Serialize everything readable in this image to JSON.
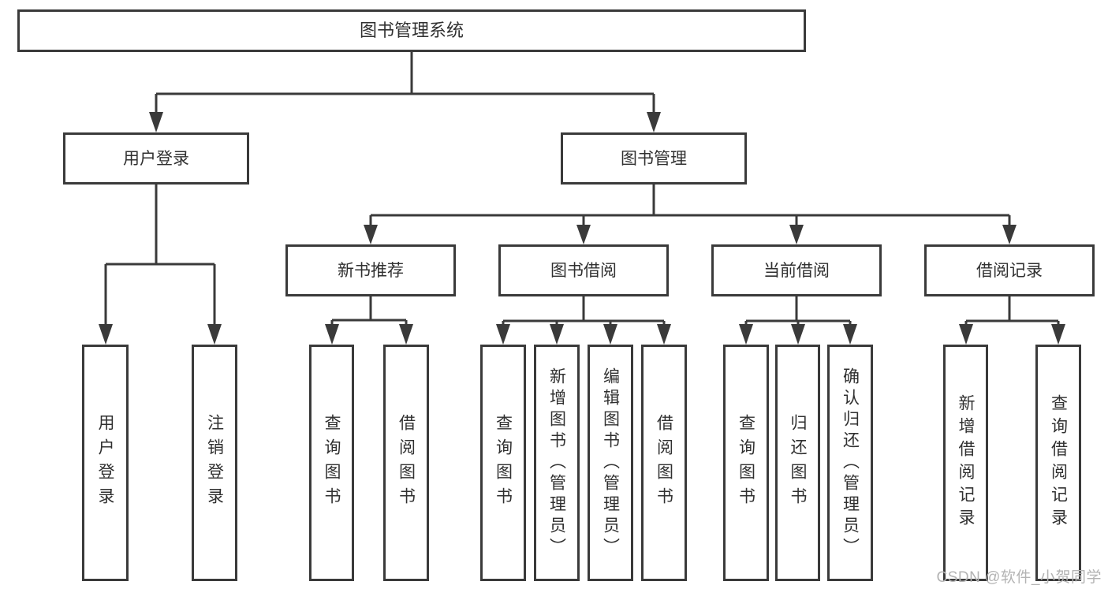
{
  "colors": {
    "line": "#3a3a3a",
    "node_border": "#3a3a3a",
    "node_text": "#303030",
    "watermark_text": "#b3b3b3",
    "background": "#ffffff"
  },
  "nodes": {
    "root": "图书管理系统",
    "user_login": "用户登录",
    "book_mgmt": "图书管理",
    "new_books": "新书推荐",
    "book_borrow": "图书借阅",
    "current_borrow": "当前借阅",
    "borrow_records": "借阅记录",
    "leaf_user_login": "用户登录",
    "leaf_logout": "注销登录",
    "leaf_nb_query": "查询图书",
    "leaf_nb_borrow": "借阅图书",
    "leaf_bb_query": "查询图书",
    "leaf_bb_add": "新增图书（管理员）",
    "leaf_bb_edit": "编辑图书（管理员）",
    "leaf_bb_borrow": "借阅图书",
    "leaf_cb_query": "查询图书",
    "leaf_cb_return": "归还图书",
    "leaf_cb_confirm": "确认归还（管理员）",
    "leaf_br_add": "新增借阅记录",
    "leaf_br_query": "查询借阅记录"
  },
  "hierarchy": {
    "图书管理系统": {
      "用户登录": [
        "用户登录",
        "注销登录"
      ],
      "图书管理": {
        "新书推荐": [
          "查询图书",
          "借阅图书"
        ],
        "图书借阅": [
          "查询图书",
          "新增图书（管理员）",
          "编辑图书（管理员）",
          "借阅图书"
        ],
        "当前借阅": [
          "查询图书",
          "归还图书",
          "确认归还（管理员）"
        ],
        "借阅记录": [
          "新增借阅记录",
          "查询借阅记录"
        ]
      }
    }
  },
  "watermark": "CSDN @软件_小贺同学"
}
